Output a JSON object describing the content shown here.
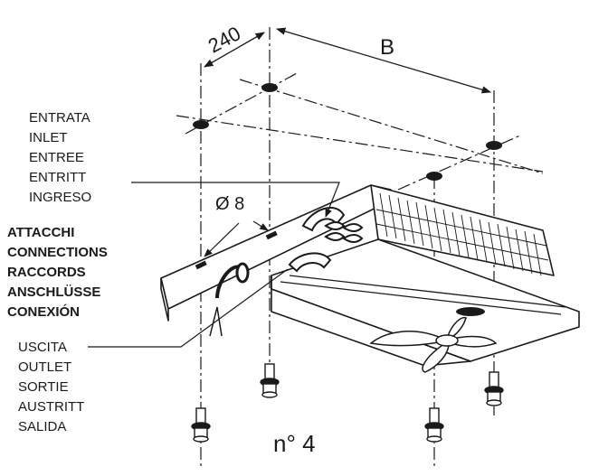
{
  "dimensions": {
    "side": "240",
    "length": "B",
    "diameter": "Ø 8"
  },
  "inlet_labels": [
    "ENTRATA",
    "INLET",
    "ENTREE",
    "ENTRITT",
    "INGRESO"
  ],
  "connection_labels": [
    "ATTACCHI",
    "CONNECTIONS",
    "RACCORDS",
    "ANSCHLÜSSE",
    "CONEXIÓN"
  ],
  "outlet_labels": [
    "USCITA",
    "OUTLET",
    "SORTIE",
    "AUSTRITT",
    "SALIDA"
  ],
  "quantity_label": "n° 4",
  "colors": {
    "ink": "#1a1a1a",
    "background": "#ffffff"
  }
}
